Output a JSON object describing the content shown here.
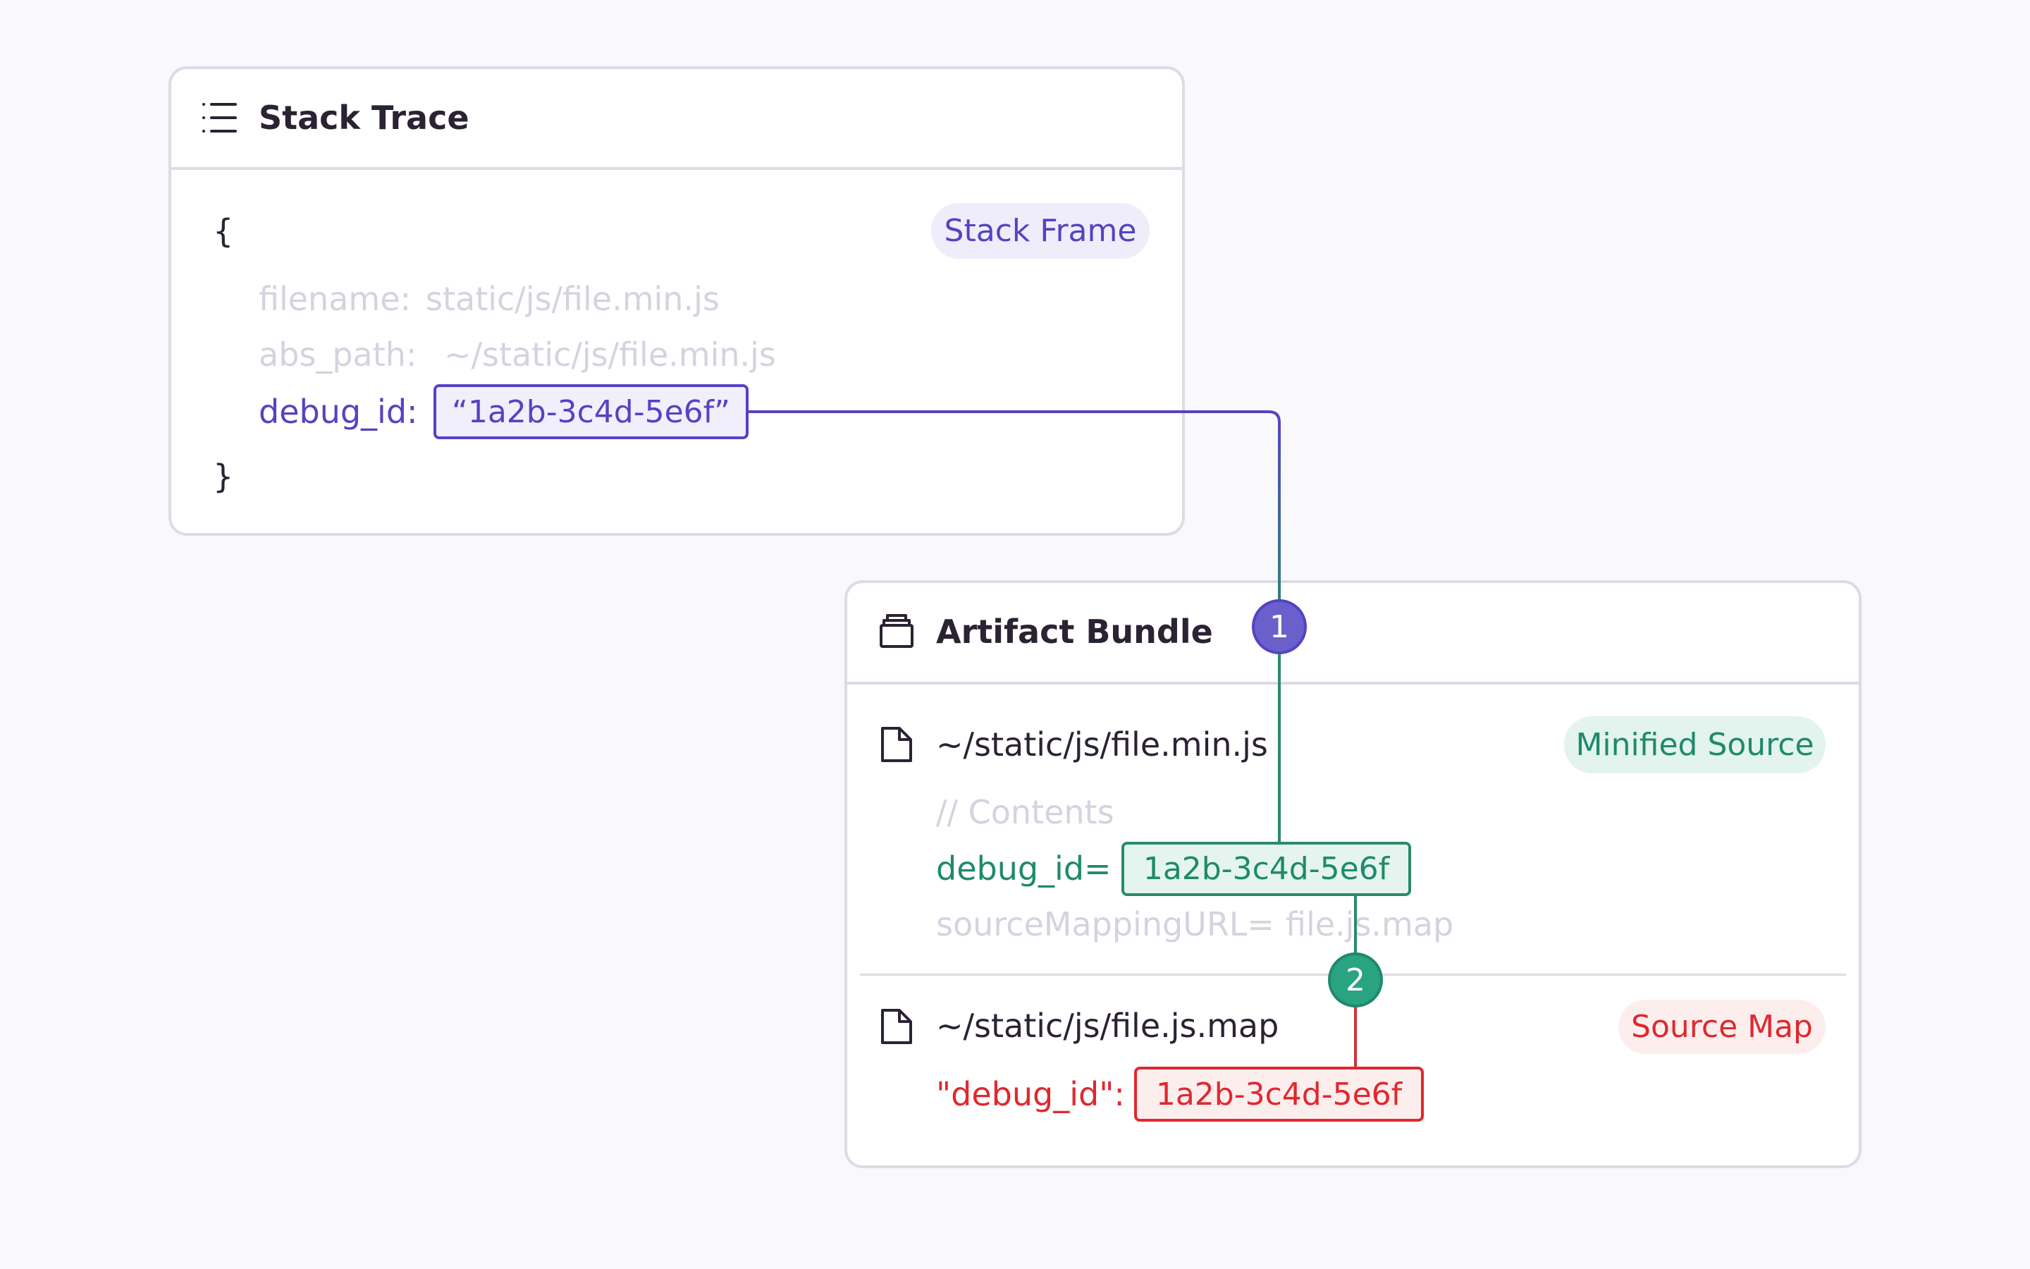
{
  "colors": {
    "purple": "#5443c3",
    "teal": "#1f8a6a",
    "red": "#e0282e",
    "muted": "#d6d2de",
    "text": "#2b2233"
  },
  "stack_trace": {
    "title": "Stack Trace",
    "icon": "list-icon",
    "open_brace": "{",
    "close_brace": "}",
    "badge": "Stack Frame",
    "filename_key": "filename:",
    "filename_value": "static/js/file.min.js",
    "abs_path_key": "abs_path:",
    "abs_path_value": "~/static/js/file.min.js",
    "debug_id_key": "debug_id:",
    "debug_id_value": "“1a2b-3c4d-5e6f”"
  },
  "artifact_bundle": {
    "title": "Artifact Bundle",
    "icon": "archive-icon",
    "minified": {
      "path": "~/static/js/file.min.js",
      "badge": "Minified Source",
      "comment": "// Contents",
      "debug_id_key": "debug_id=",
      "debug_id_value": "1a2b-3c4d-5e6f",
      "source_mapping_key": "sourceMappingURL=",
      "source_mapping_value": "file.js.map"
    },
    "source_map": {
      "path": "~/static/js/file.js.map",
      "badge": "Source Map",
      "debug_id_key": "\"debug_id\":",
      "debug_id_value": "1a2b-3c4d-5e6f"
    }
  },
  "steps": [
    "1",
    "2"
  ]
}
